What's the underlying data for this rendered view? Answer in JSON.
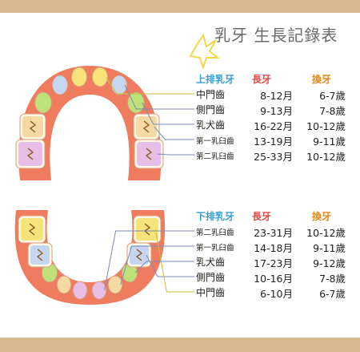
{
  "title": "乳牙 生長記錄表",
  "colors": {
    "gum": "#ef7c5e",
    "tooth": "#fff8e6",
    "frame": "#d9b98e"
  },
  "upper": {
    "header": {
      "group": "上排乳牙",
      "erupt": "長牙",
      "shed": "換牙"
    },
    "rows": [
      {
        "name": "中門齒",
        "erupt": "8-12月",
        "shed": "6-7歲",
        "color": "#f6e47a"
      },
      {
        "name": "側門齒",
        "erupt": "9-13月",
        "shed": "7-8歲",
        "color": "#c7d6f0"
      },
      {
        "name": "乳犬齒",
        "erupt": "16-22月",
        "shed": "10-12歲",
        "color": "#bde27a"
      },
      {
        "name": "第一乳臼齒",
        "erupt": "13-19月",
        "shed": "9-11歲",
        "color": "#f7d9a4"
      },
      {
        "name": "第二乳臼齒",
        "erupt": "25-33月",
        "shed": "10-12歲",
        "color": "#e8bde6"
      }
    ]
  },
  "lower": {
    "header": {
      "group": "下排乳牙",
      "erupt": "長牙",
      "shed": "換牙"
    },
    "rows": [
      {
        "name": "第二乳臼齒",
        "erupt": "23-31月",
        "shed": "10-12歲",
        "color": "#e8bde6"
      },
      {
        "name": "第一乳臼齒",
        "erupt": "14-18月",
        "shed": "9-11歲",
        "color": "#f7d9a4"
      },
      {
        "name": "乳犬齒",
        "erupt": "17-23月",
        "shed": "9-12歲",
        "color": "#bde27a"
      },
      {
        "name": "側門齒",
        "erupt": "10-16月",
        "shed": "7-8歲",
        "color": "#c7d6f0"
      },
      {
        "name": "中門齒",
        "erupt": "6-10月",
        "shed": "6-7歲",
        "color": "#f6e47a"
      }
    ]
  }
}
